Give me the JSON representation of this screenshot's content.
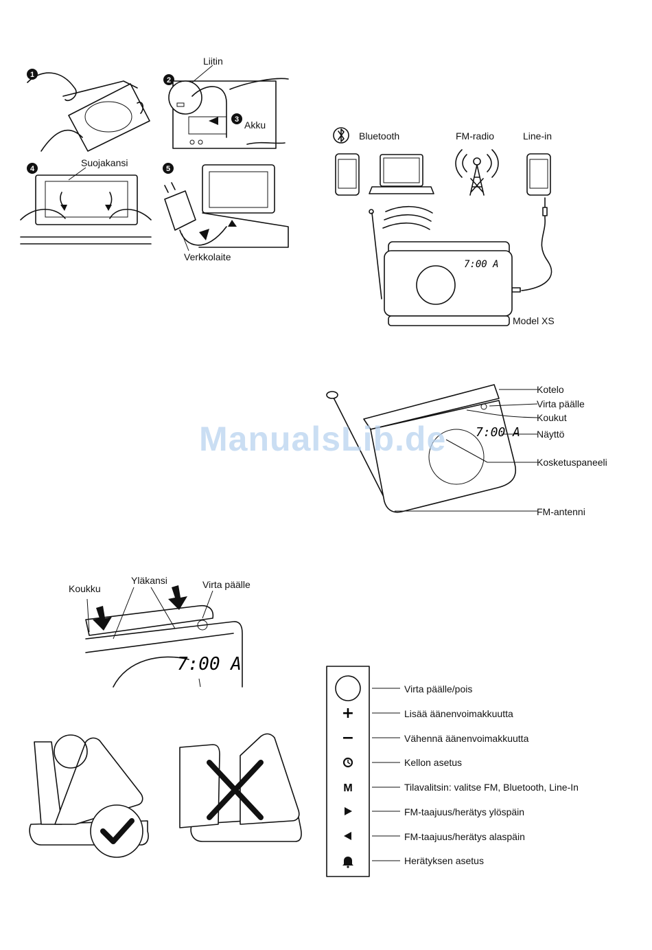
{
  "watermark": "ManualsLib.de",
  "setup": {
    "steps": [
      "1",
      "2",
      "3",
      "4",
      "5"
    ],
    "labels": {
      "liitin": "Liitin",
      "akku": "Akku",
      "suojakansi": "Suojakansi",
      "verkkolaite": "Verkkolaite"
    }
  },
  "sources": {
    "bluetooth": "Bluetooth",
    "fm_radio": "FM-radio",
    "line_in": "Line-in",
    "model": "Model XS",
    "clock": "7:00 A"
  },
  "parts": {
    "kotelo": "Kotelo",
    "virta_paalle": "Virta päälle",
    "koukut": "Koukut",
    "naytto": "Näyttö",
    "kosketuspaneeli": "Kosketuspaneeli",
    "fm_antenni": "FM-antenni",
    "clock": "7:00 A"
  },
  "lid": {
    "koukku": "Koukku",
    "ylakansi": "Yläkansi",
    "virta_paalle": "Virta päälle",
    "clock": "7:00 A"
  },
  "controls": {
    "symbols": [
      "+",
      "−",
      "M"
    ],
    "items": [
      {
        "icon": "power-circle-icon",
        "label": "Virta päälle/pois"
      },
      {
        "icon": "plus-icon",
        "label": "Lisää äänenvoimakkuutta"
      },
      {
        "icon": "minus-icon",
        "label": "Vähennä äänenvoimakkuutta"
      },
      {
        "icon": "clock-icon",
        "label": "Kellon asetus"
      },
      {
        "icon": "mode-m-icon",
        "label": "Tilavalitsin: valitse FM, Bluetooth, Line-In"
      },
      {
        "icon": "play-right-icon",
        "label": "FM-taajuus/herätys ylöspäin"
      },
      {
        "icon": "play-left-icon",
        "label": "FM-taajuus/herätys alaspäin"
      },
      {
        "icon": "bell-icon",
        "label": "Herätyksen asetus"
      }
    ]
  }
}
